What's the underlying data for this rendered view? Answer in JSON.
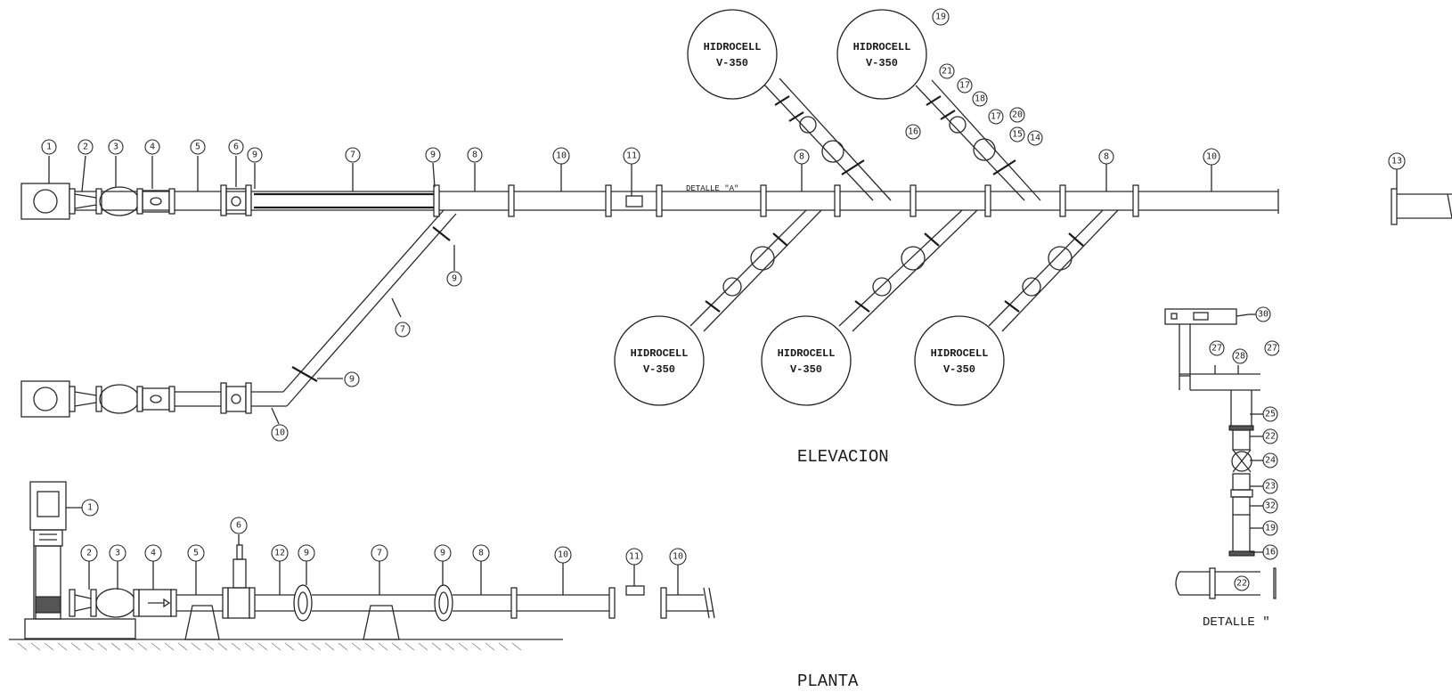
{
  "view_titles": {
    "elevacion": "ELEVACION",
    "planta": "PLANTA",
    "detalle_a": "DETALLE \"A\"",
    "detalle_side": "DETALLE \""
  },
  "tank": {
    "line1": "HIDROCELL",
    "line2": "V-350"
  },
  "elevation_tags": [
    "1",
    "2",
    "3",
    "4",
    "5",
    "6",
    "9",
    "7",
    "9",
    "8",
    "10",
    "11",
    "8",
    "8",
    "10",
    "13",
    "9",
    "7",
    "9",
    "10",
    "19",
    "21",
    "17",
    "18",
    "16",
    "17",
    "20",
    "15",
    "14"
  ],
  "planta_tags": [
    "1",
    "2",
    "3",
    "4",
    "5",
    "6",
    "12",
    "9",
    "7",
    "9",
    "8",
    "10",
    "11",
    "10"
  ],
  "detalle_tags": [
    "30",
    "27",
    "28",
    "27",
    "25",
    "22",
    "24",
    "23",
    "32",
    "19",
    "16",
    "22"
  ],
  "colors": {
    "line": "#2a2a2a",
    "background": "#ffffff"
  }
}
